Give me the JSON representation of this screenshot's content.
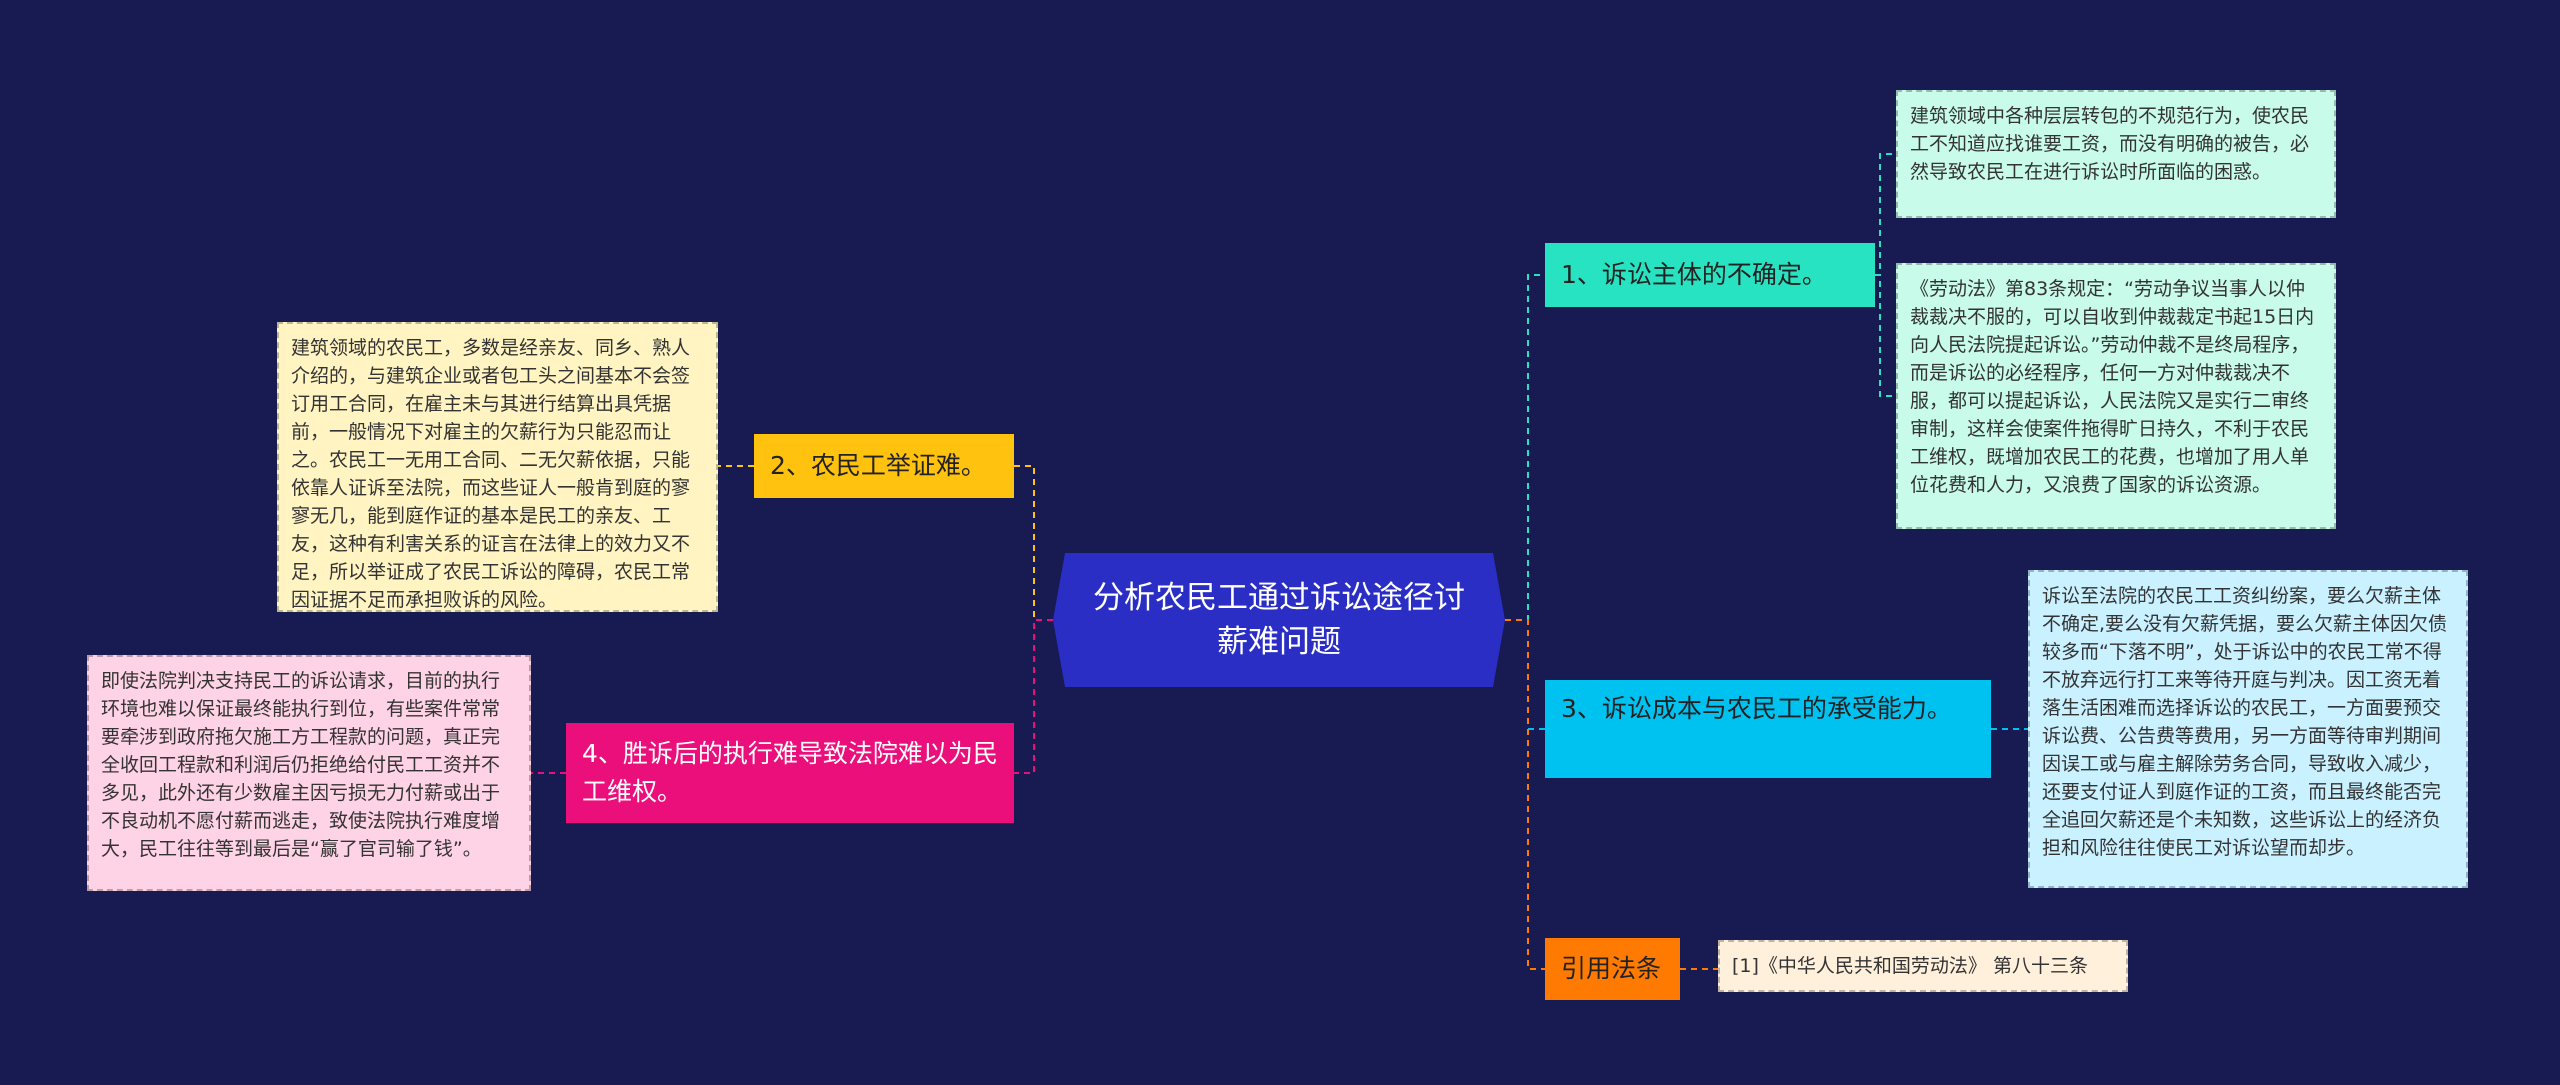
{
  "center": {
    "title": "分析农民工通过诉讼途径讨薪难问题"
  },
  "branches": [
    {
      "label": "1、诉讼主体的不确定。",
      "color": "#27e3c1"
    },
    {
      "label": "2、农民工举证难。",
      "color": "#ffc20e"
    },
    {
      "label": "3、诉讼成本与农民工的承受能力。",
      "color": "#00c2f0"
    },
    {
      "label": "4、胜诉后的执行难导致法院难以为民工维权。",
      "color": "#ea0f7b"
    },
    {
      "label": "引用法条",
      "color": "#ff7a00"
    }
  ],
  "leaves": {
    "b1_a": "建筑领域中各种层层转包的不规范行为，使农民工不知道应找谁要工资，而没有明确的被告，必然导致农民工在进行诉讼时所面临的困惑。",
    "b1_b": "《劳动法》第83条规定：“劳动争议当事人以仲裁裁决不服的，可以自收到仲裁裁定书起15日内向人民法院提起诉讼。”劳动仲裁不是终局程序，而是诉讼的必经程序，任何一方对仲裁裁决不服，都可以提起诉讼，人民法院又是实行二审终审制，这样会使案件拖得旷日持久，不利于农民工维权，既增加农民工的花费，也增加了用人单位花费和人力，又浪费了国家的诉讼资源。",
    "b2": "建筑领域的农民工，多数是经亲友、同乡、熟人介绍的，与建筑企业或者包工头之间基本不会签订用工合同，在雇主未与其进行结算出具凭据前，一般情况下对雇主的欠薪行为只能忍而让之。农民工一无用工合同、二无欠薪依据，只能依靠人证诉至法院，而这些证人一般肯到庭的寥寥无几，能到庭作证的基本是民工的亲友、工友，这种有利害关系的证言在法律上的效力又不足，所以举证成了农民工诉讼的障碍，农民工常因证据不足而承担败诉的风险。",
    "b3": "诉讼至法院的农民工工资纠纷案，要么欠薪主体不确定,要么没有欠薪凭据，要么欠薪主体因欠债较多而“下落不明”，处于诉讼中的农民工常不得不放弃远行打工来等待开庭与判决。因工资无着落生活困难而选择诉讼的农民工，一方面要预交诉讼费、公告费等费用，另一方面等待审判期间因误工或与雇主解除劳务合同，导致收入减少，还要支付证人到庭作证的工资，而且最终能否完全追回欠薪还是个未知数，这些诉讼上的经济负担和风险往往使民工对诉讼望而却步。",
    "b4": "即使法院判决支持民工的诉讼请求，目前的执行环境也难以保证最终能执行到位，有些案件常常要牵涉到政府拖欠施工方工程款的问题，真正完全收回工程款和利润后仍拒绝给付民工工资并不多见，此外还有少数雇主因亏损无力付薪或出于不良动机不愿付薪而逃走，致使法院执行难度增大，民工往往等到最后是“赢了官司输了钱”。",
    "b5": "[1]《中华人民共和国劳动法》 第八十三条"
  }
}
